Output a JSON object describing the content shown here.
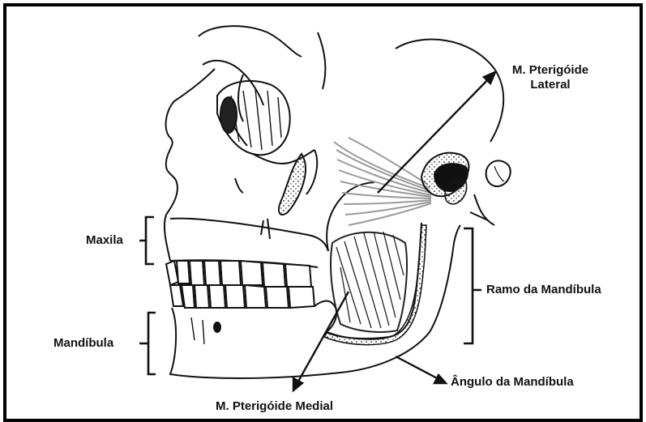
{
  "labels": {
    "pterygoid_lateral_line1": "M. Pterigóide",
    "pterygoid_lateral_line2": "Lateral",
    "maxila": "Maxila",
    "mandibula": "Mandíbula",
    "ramo": "Ramo da Mandíbula",
    "angulo": "Ângulo da Mandíbula",
    "pterygoid_medial": "M. Pterigóide Medial"
  },
  "colors": {
    "border": "#000000",
    "ink": "#111111",
    "muscle_lateral": "#9a9a9a"
  }
}
